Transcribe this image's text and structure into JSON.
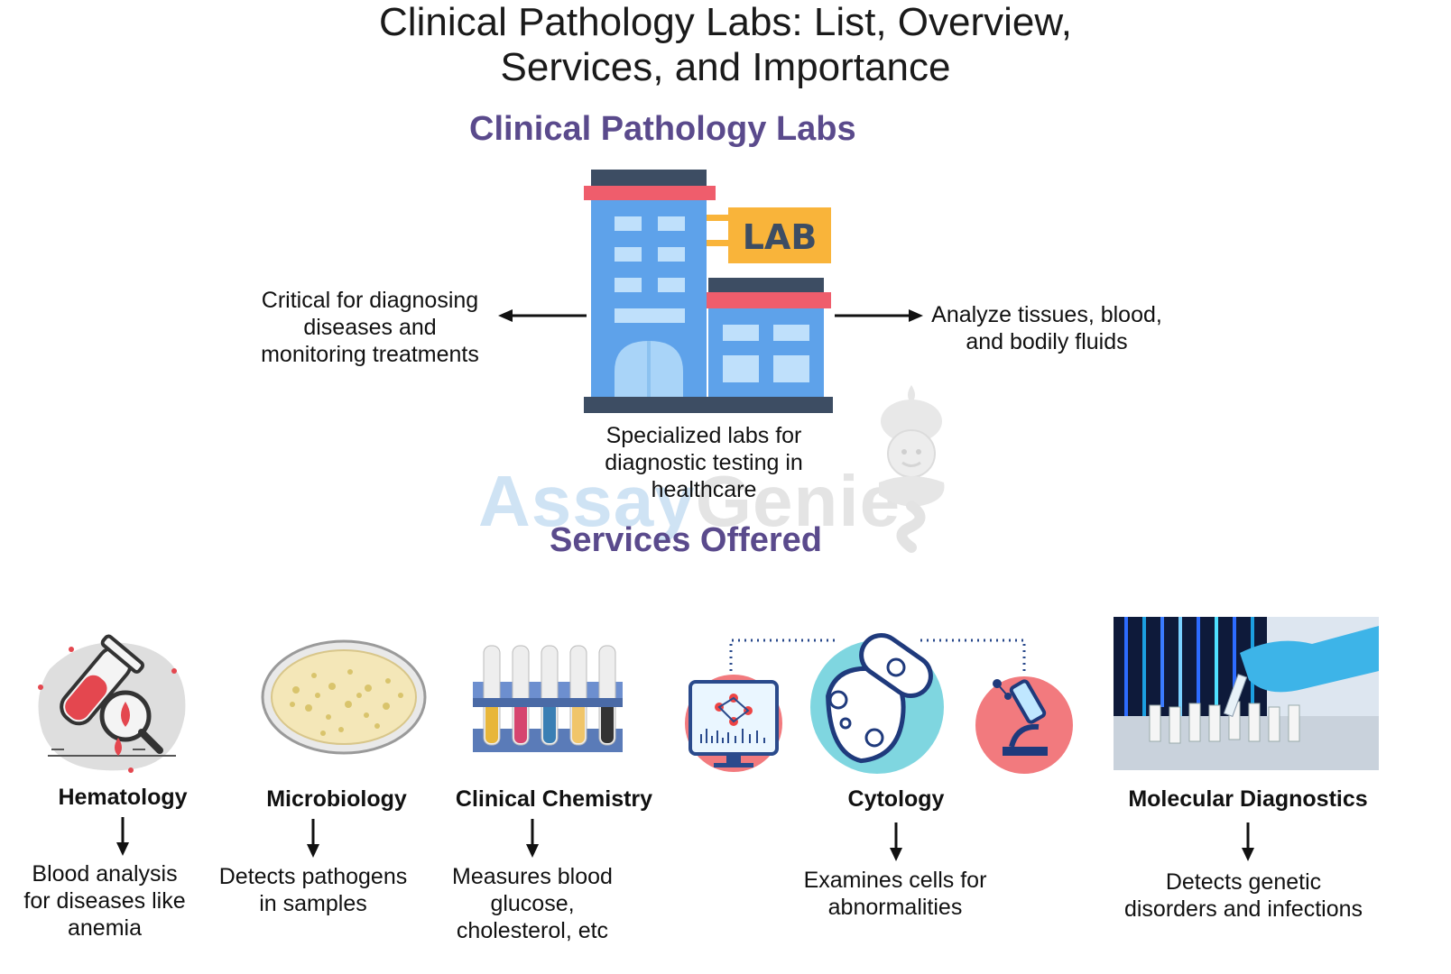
{
  "title_line1": "Clinical Pathology Labs: List, Overview,",
  "title_line2": "Services, and Importance",
  "labs_heading": "Clinical Pathology Labs",
  "building_sign": "LAB",
  "left_note": [
    "Critical for diagnosing",
    "diseases and",
    "monitoring treatments"
  ],
  "right_note": [
    "Analyze tissues, blood,",
    "and bodily fluids"
  ],
  "center_note": [
    "Specialized labs for",
    "diagnostic testing in",
    "healthcare"
  ],
  "services_heading": "Services Offered",
  "watermark": {
    "part1": "Assay",
    "part2": "Genie"
  },
  "services": [
    {
      "name": "Hematology",
      "desc": [
        "Blood analysis",
        "for diseases like",
        "anemia"
      ],
      "icon": "blood-test-tube-magnifier-icon"
    },
    {
      "name": "Microbiology",
      "desc": [
        "Detects pathogens",
        "in samples"
      ],
      "icon": "petri-dish-icon"
    },
    {
      "name": "Clinical Chemistry",
      "desc": [
        "Measures blood",
        "glucose,",
        "cholesterol, etc"
      ],
      "icon": "test-tube-rack-icon"
    },
    {
      "name": "Cytology",
      "desc": [
        "Examines cells for",
        "abnormalities"
      ],
      "icon": "cell-microscope-icon"
    },
    {
      "name": "Molecular Diagnostics",
      "desc": [
        "Detects genetic",
        "disorders and infections"
      ],
      "icon": "lab-sample-photo-icon"
    }
  ],
  "colors": {
    "heading_purple": "#5a4a8c",
    "building_blue": "#5ea2ea",
    "building_dark": "#3d4d63",
    "building_red": "#ef5d6c",
    "sign_orange": "#f9b43a"
  }
}
